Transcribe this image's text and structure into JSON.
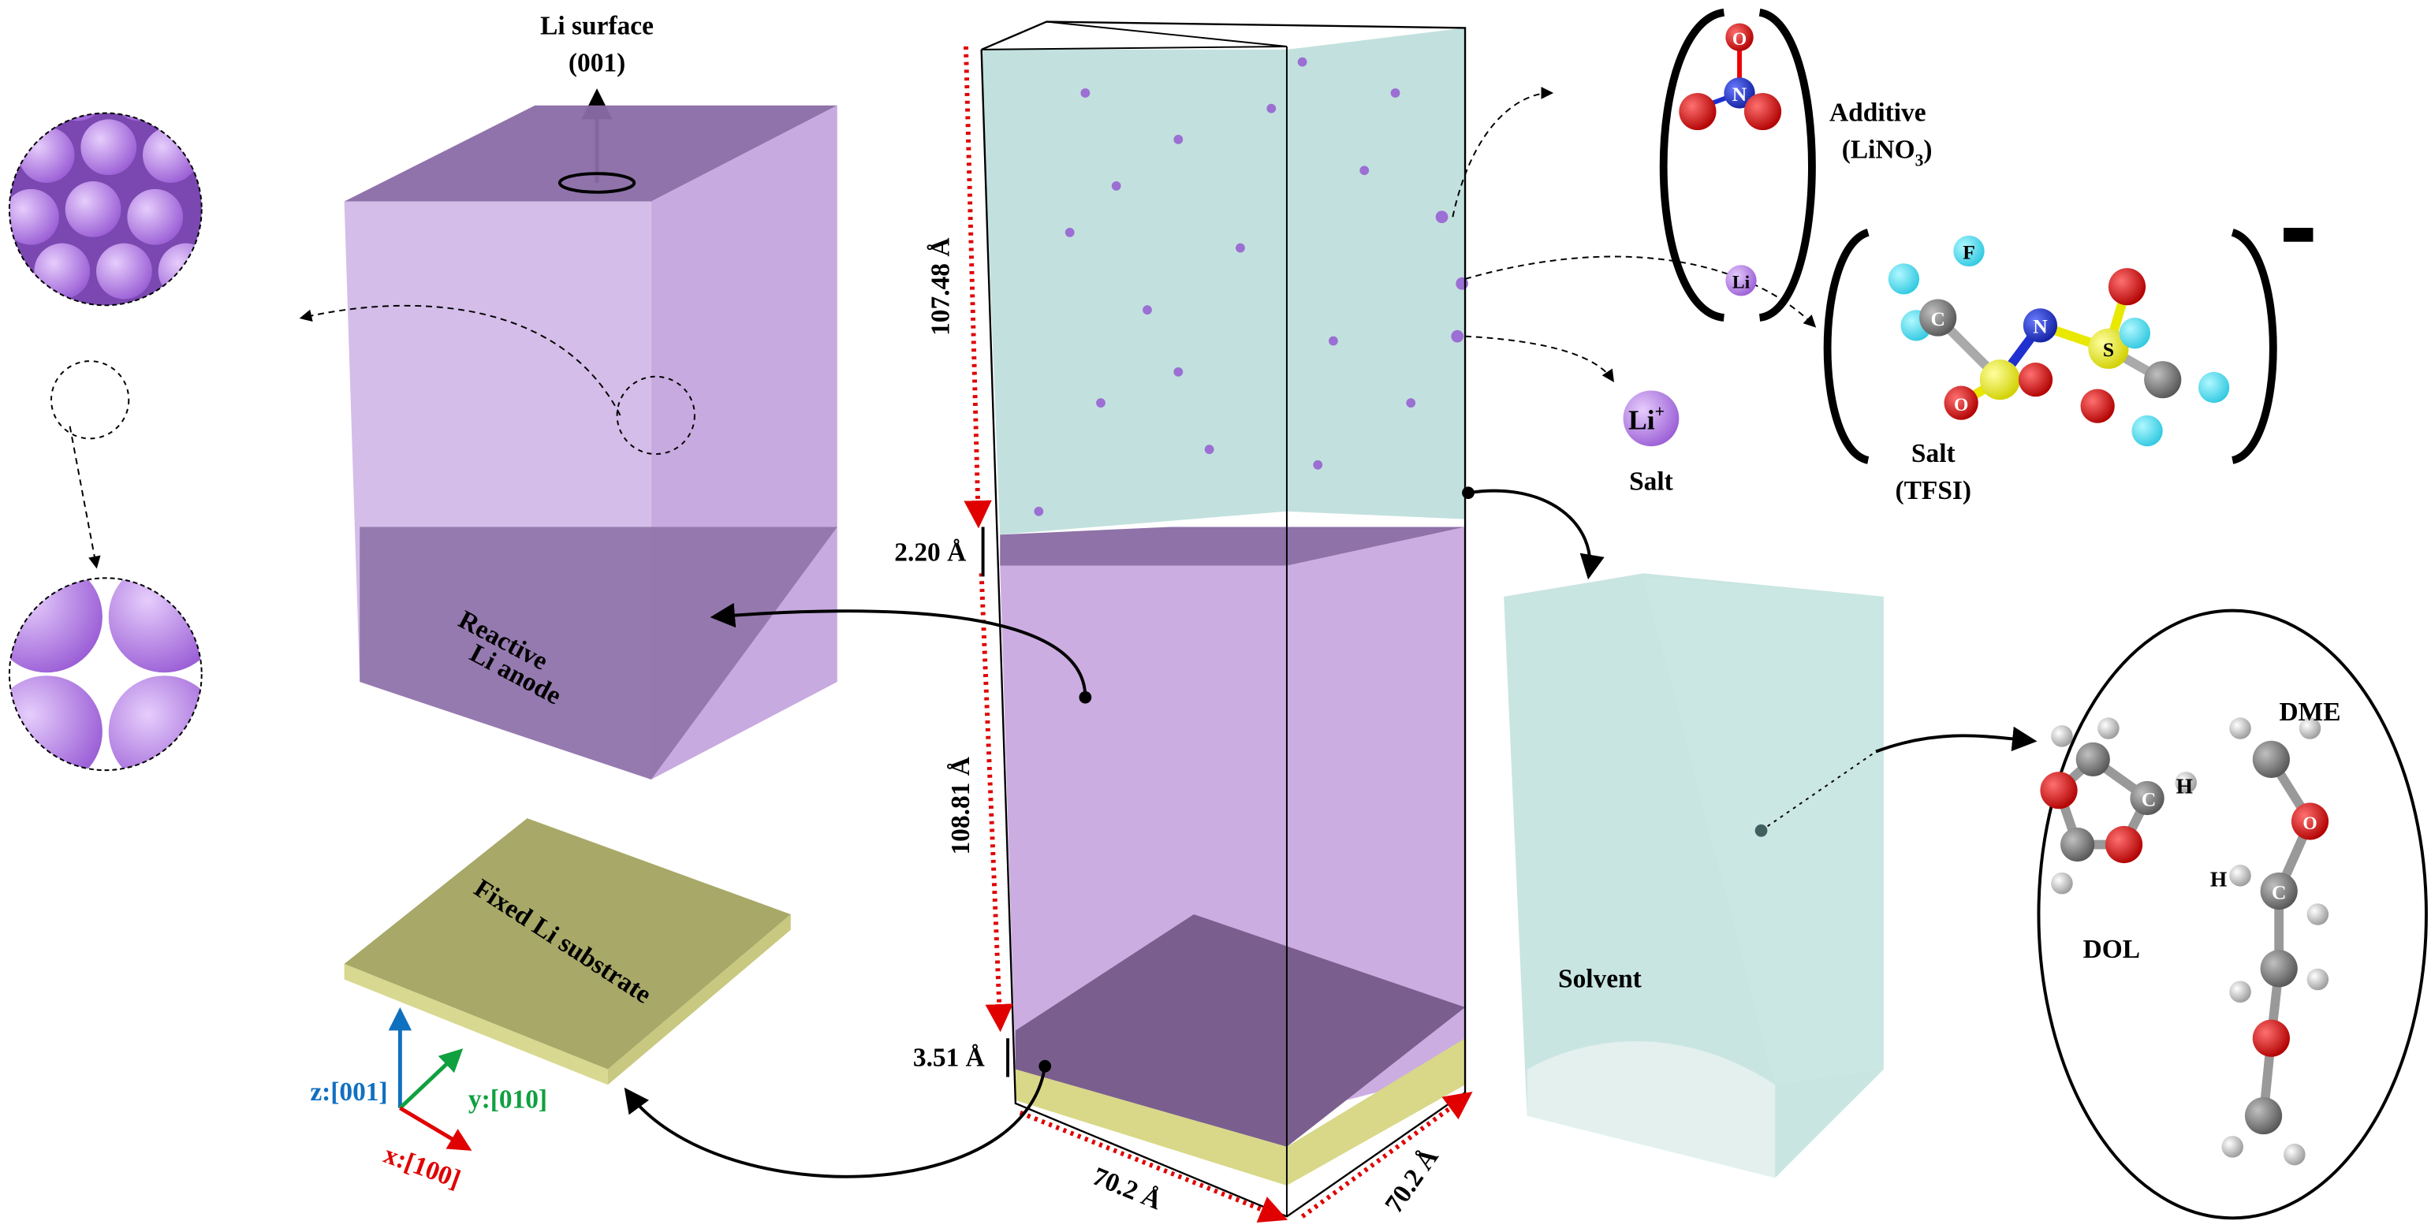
{
  "labels": {
    "li_surface": "Li surface",
    "li_surface_plane": "(001)",
    "reactive_anode_1": "Reactive",
    "reactive_anode_2": "Li anode",
    "li_atom": "Li",
    "fixed_substrate": "Fixed Li substrate",
    "axis_z": "z:[001]",
    "axis_y": "y:[010]",
    "axis_x": "x:[100]",
    "dim_electrolyte": "107.48 Å",
    "dim_gap": "2.20 Å",
    "dim_anode": "108.81 Å",
    "dim_substrate": "3.51 Å",
    "dim_x": "70.2 Å",
    "dim_y": "70.2 Å",
    "additive": "Additive",
    "additive_formula": "(LiNO",
    "additive_sub": "3",
    "additive_close": ")",
    "li_ion": "Li",
    "li_ion_sup": "+",
    "salt": "Salt",
    "salt_tfsi_1": "Salt",
    "salt_tfsi_2": "(TFSI)",
    "solvent": "Solvent",
    "dme": "DME",
    "dol": "DOL",
    "atom_o": "O",
    "atom_n": "N",
    "atom_c": "C",
    "atom_f": "F",
    "atom_s": "S",
    "atom_h": "H",
    "atom_li": "Li"
  },
  "colors": {
    "lithium": "#b388e0",
    "anode_box": "#c9aee0",
    "substrate": "#c8c878",
    "electrolyte": "#bfe0dc",
    "oxygen": "#e01010",
    "nitrogen": "#2030d0",
    "carbon": "#808080",
    "fluorine": "#55e0f0",
    "sulfur": "#f0f000",
    "dim_arrow": "#e00000"
  }
}
